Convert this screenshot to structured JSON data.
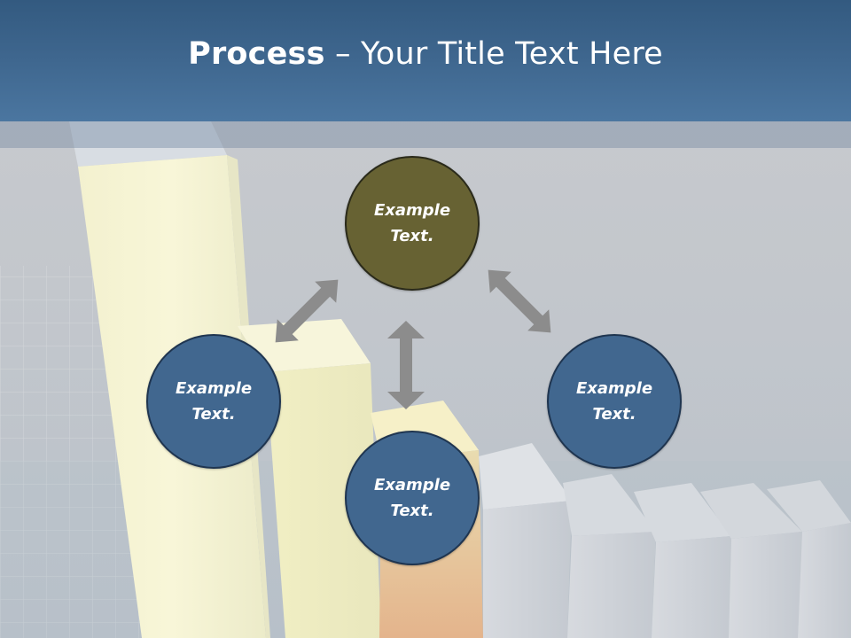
{
  "slide": {
    "title_strong": "Process",
    "title_rest": " – Your Title Text Here"
  },
  "nodes": {
    "top": {
      "line1": "Example",
      "line2": "Text."
    },
    "left": {
      "line1": "Example",
      "line2": "Text."
    },
    "bottom": {
      "line1": "Example",
      "line2": "Text."
    },
    "right": {
      "line1": "Example",
      "line2": "Text."
    }
  },
  "colors": {
    "header": "#3f678f",
    "node_blue": "#41678f",
    "node_olive": "#676233",
    "arrow": "#8c8c8c"
  }
}
